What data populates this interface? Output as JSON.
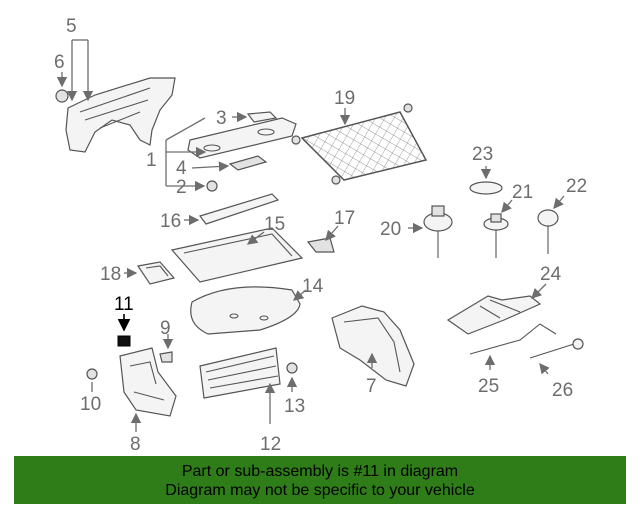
{
  "diagram": {
    "highlighted_part": "11",
    "accent_color": "#2e7d19",
    "callouts": {
      "c1": "1",
      "c2": "2",
      "c3": "3",
      "c4": "4",
      "c5": "5",
      "c6": "6",
      "c7": "7",
      "c8": "8",
      "c9": "9",
      "c10": "10",
      "c11": "11",
      "c12": "12",
      "c13": "13",
      "c14": "14",
      "c15": "15",
      "c16": "16",
      "c17": "17",
      "c18": "18",
      "c19": "19",
      "c20": "20",
      "c21": "21",
      "c22": "22",
      "c23": "23",
      "c24": "24",
      "c25": "25",
      "c26": "26"
    }
  },
  "banner": {
    "line1": "Part or sub-assembly is #11 in diagram",
    "line2": "Diagram may not be specific to your vehicle"
  }
}
